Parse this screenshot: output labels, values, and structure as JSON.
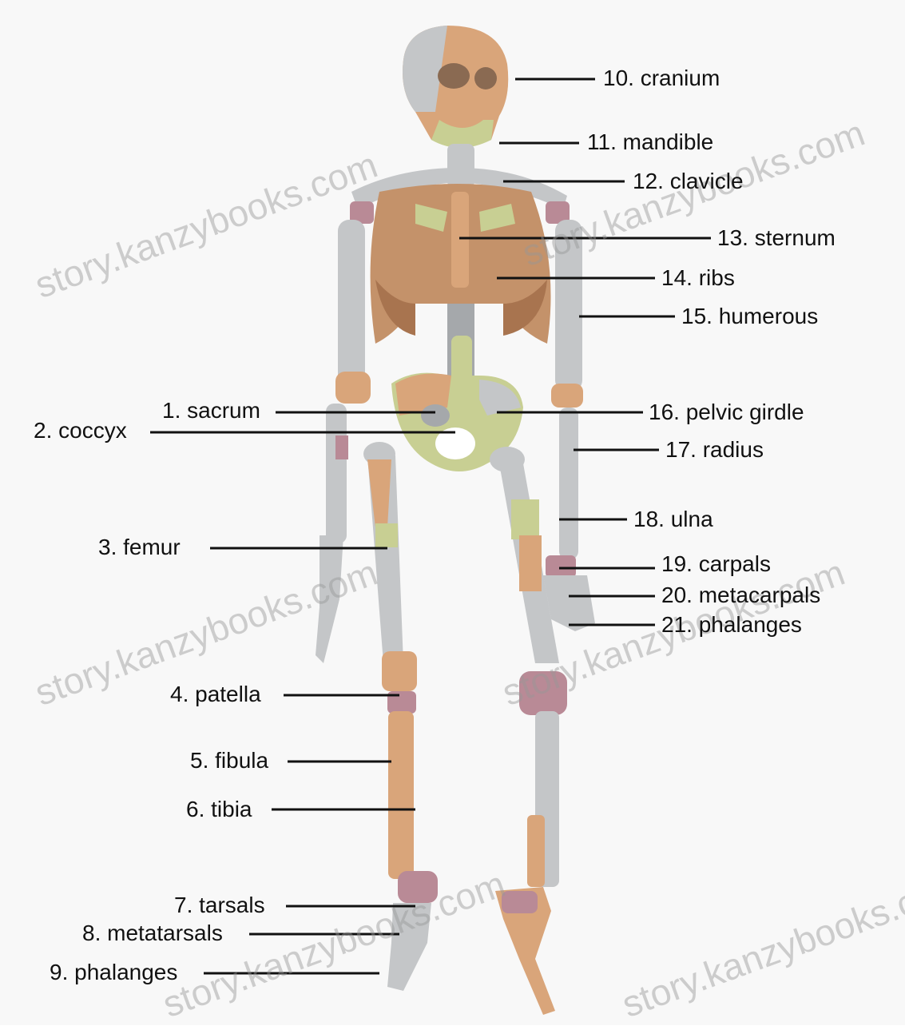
{
  "labels": {
    "l1": "1. sacrum",
    "l2": "2. coccyx",
    "l3": "3. femur",
    "l4": "4. patella",
    "l5": "5. fibula",
    "l6": "6. tibia",
    "l7": "7. tarsals",
    "l8": "8. metatarsals",
    "l9": "9. phalanges",
    "l10": "10. cranium",
    "l11": "11. mandible",
    "l12": "12. clavicle",
    "l13": "13. sternum",
    "l14": "14. ribs",
    "l15": "15. humerous",
    "l16": "16. pelvic girdle",
    "l17": "17. radius",
    "l18": "18. ulna",
    "l19": "19. carpals",
    "l20": "20. metacarpals",
    "l21": "21. phalanges"
  },
  "watermark": "story.kanzybooks.com",
  "colors": {
    "bone_grey": "#c4c6c8",
    "bone_tan": "#d9a57a",
    "rib_brown": "#b57e55",
    "cartilage_green": "#c8cf93",
    "joint_pink": "#b98a96",
    "line": "#111111"
  }
}
